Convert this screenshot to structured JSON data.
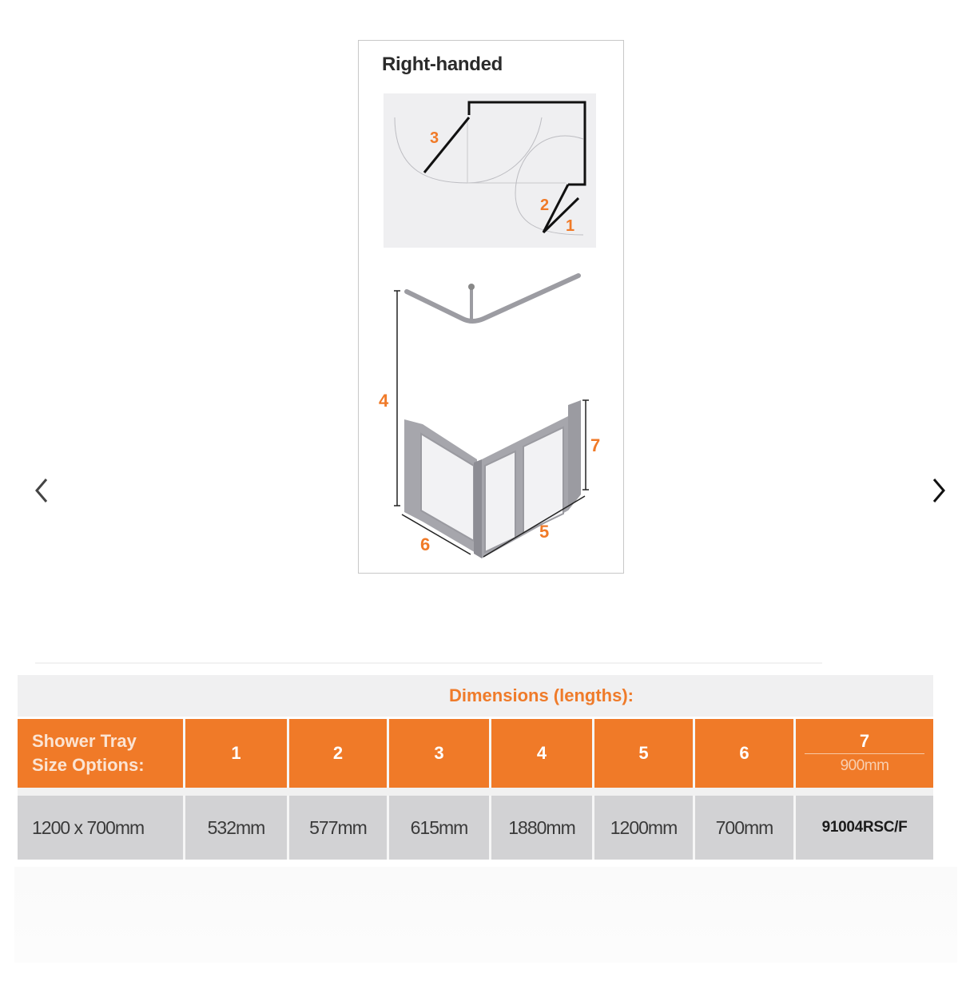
{
  "carousel": {
    "prev_icon": "chevron-left-icon",
    "next_icon": "chevron-right-icon"
  },
  "diagram": {
    "title": "Right-handed",
    "plan_labels": [
      "3",
      "2",
      "1"
    ],
    "iso_labels": [
      "4",
      "7",
      "6",
      "5"
    ],
    "accent_color": "#f07a28"
  },
  "table": {
    "section_title": "Dimensions (lengths):",
    "header": {
      "first_line1": "Shower Tray",
      "first_line2": "Size Options:",
      "columns": [
        "1",
        "2",
        "3",
        "4",
        "5",
        "6"
      ],
      "col7_top": "7",
      "col7_bottom": "900mm"
    },
    "rows": [
      {
        "size": "1200 x 700mm",
        "values": [
          "532mm",
          "577mm",
          "615mm",
          "1880mm",
          "1200mm",
          "700mm"
        ],
        "code": "91004RSC/F"
      }
    ],
    "colors": {
      "header_bg": "#f07a28",
      "body_bg": "#d2d2d4",
      "title_color": "#ef7b2a"
    }
  }
}
